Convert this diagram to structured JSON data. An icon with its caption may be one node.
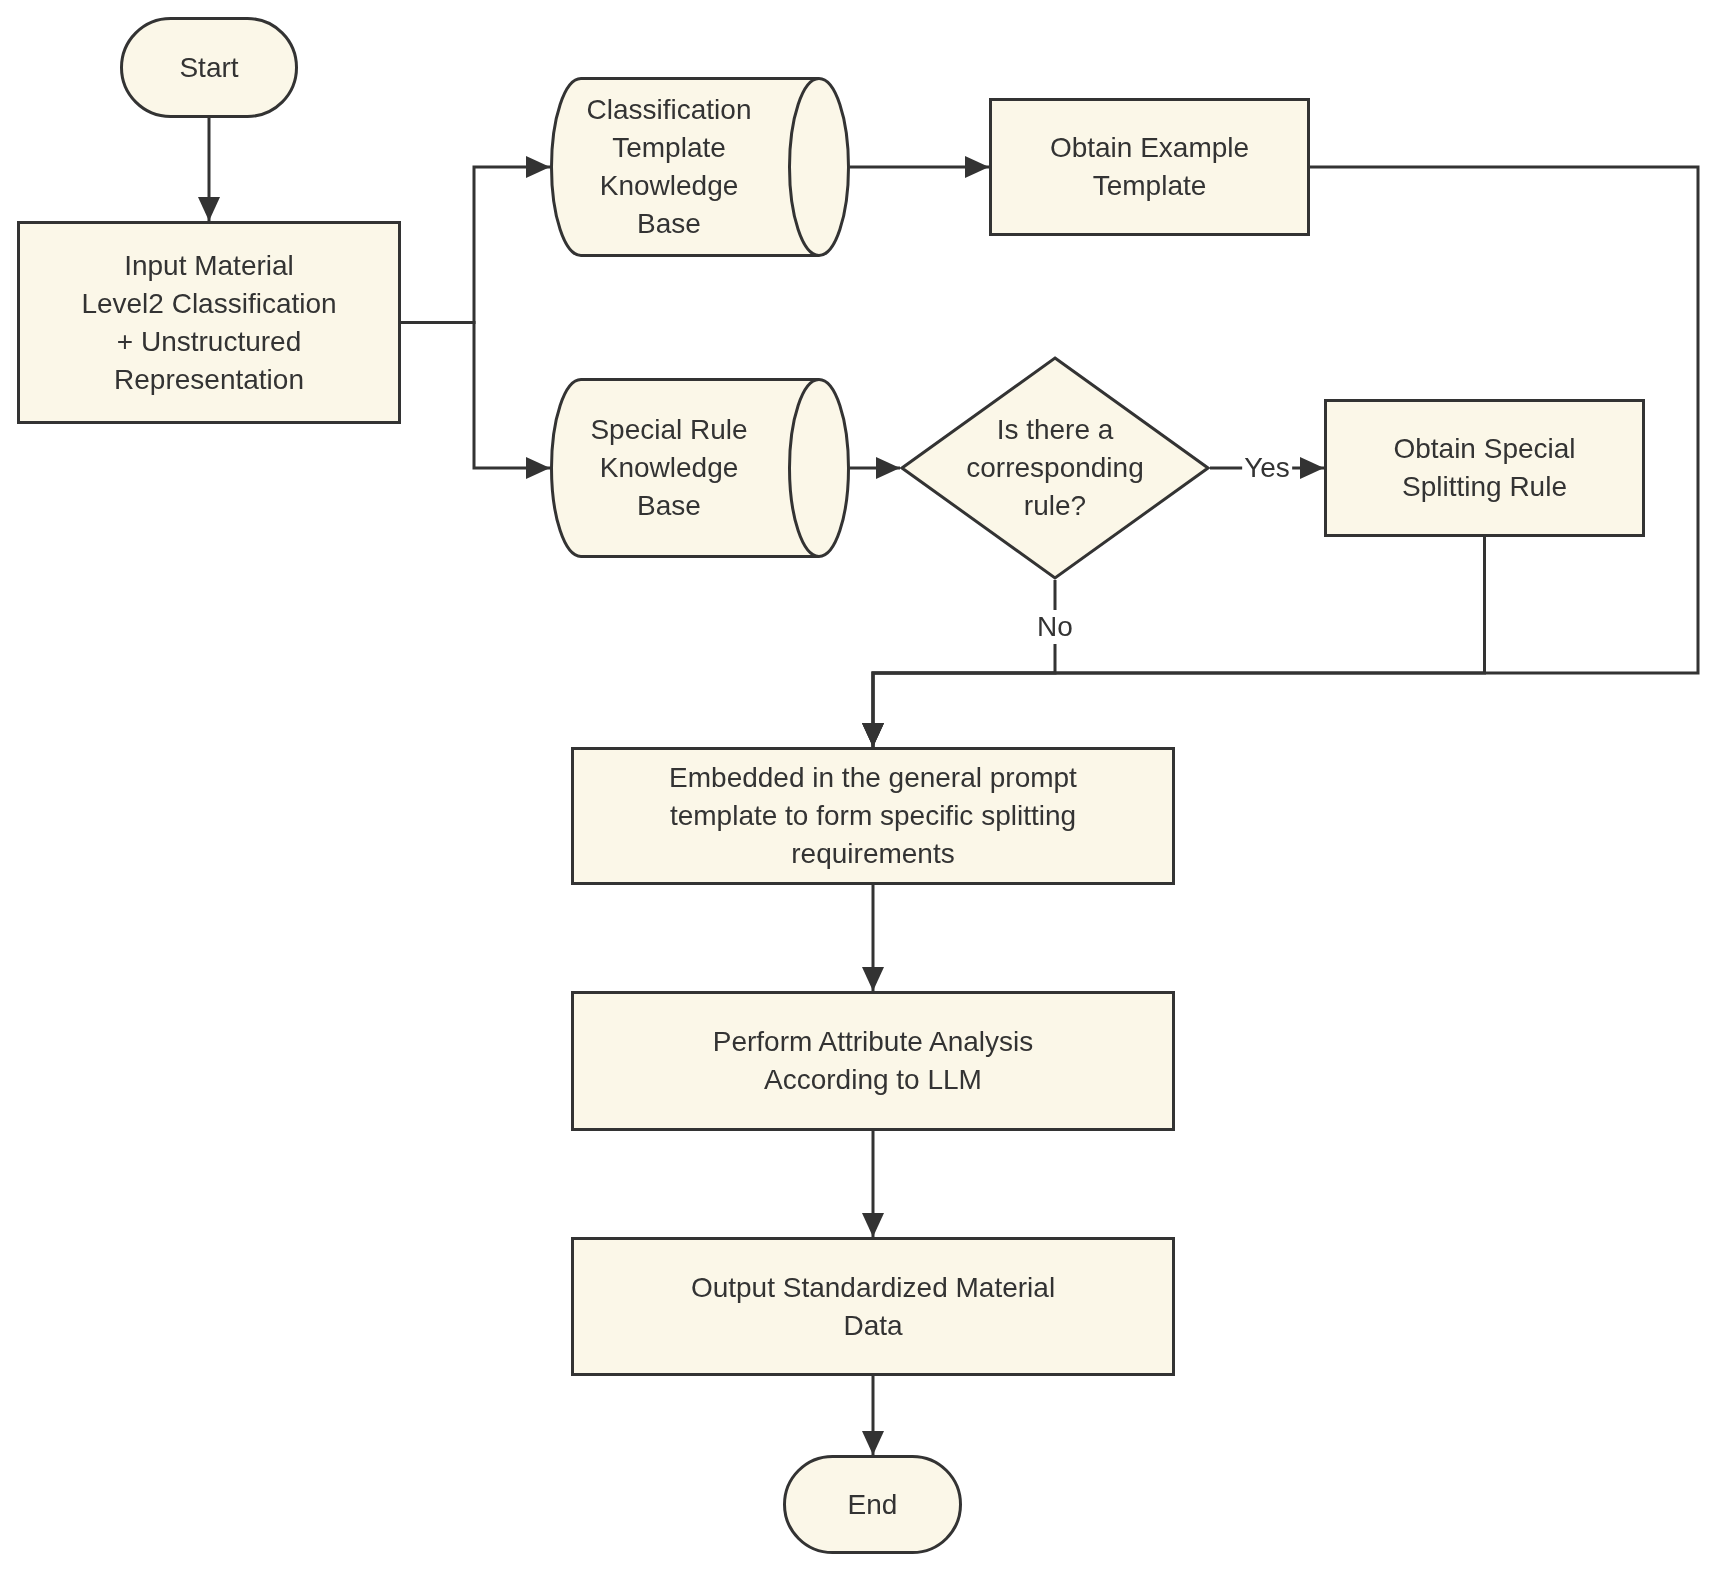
{
  "diagram": {
    "nodes": [
      {
        "text": [
          "Start"
        ]
      },
      {
        "text": [
          "Input Material Level2 Classification + Unstructured Representation"
        ]
      },
      {
        "text": [
          "Classification Template Knowledge Base"
        ]
      },
      {
        "text": [
          "Obtain Example Template"
        ]
      },
      {
        "text": [
          "Special Rule Knowledge Base"
        ]
      },
      {
        "text": [
          "Is there a corresponding rule?"
        ]
      },
      {
        "text": [
          "Obtain Special Splitting Rule"
        ]
      },
      {
        "text": [
          "Embedded in the general prompt template to form specific splitting requirements"
        ]
      },
      {
        "text": [
          "Perform Attribute Analysis According to LLM"
        ]
      },
      {
        "text": [
          "Output Standardized Material Data"
        ]
      },
      {
        "text": [
          "End"
        ]
      }
    ],
    "edges": [
      {
        "from": 0,
        "to": 1,
        "arrow": "to"
      },
      {
        "from": 1,
        "to": 2,
        "arrow": "to"
      },
      {
        "from": 1,
        "to": 4,
        "arrow": "to"
      },
      {
        "from": 2,
        "to": 3,
        "arrow": "to"
      },
      {
        "from": 4,
        "to": 5,
        "arrow": "to"
      },
      {
        "from": 5,
        "to": 6,
        "arrow": "to",
        "label": "Yes"
      },
      {
        "from": 5,
        "to": 7,
        "arrow": "to",
        "label": "No"
      },
      {
        "from": 6,
        "to": 7,
        "arrow": "to"
      },
      {
        "from": 3,
        "to": 7,
        "arrow": "to"
      },
      {
        "from": 7,
        "to": 8,
        "arrow": "to"
      },
      {
        "from": 8,
        "to": 9,
        "arrow": "to"
      },
      {
        "from": 9,
        "to": 10,
        "arrow": "to"
      }
    ]
  }
}
